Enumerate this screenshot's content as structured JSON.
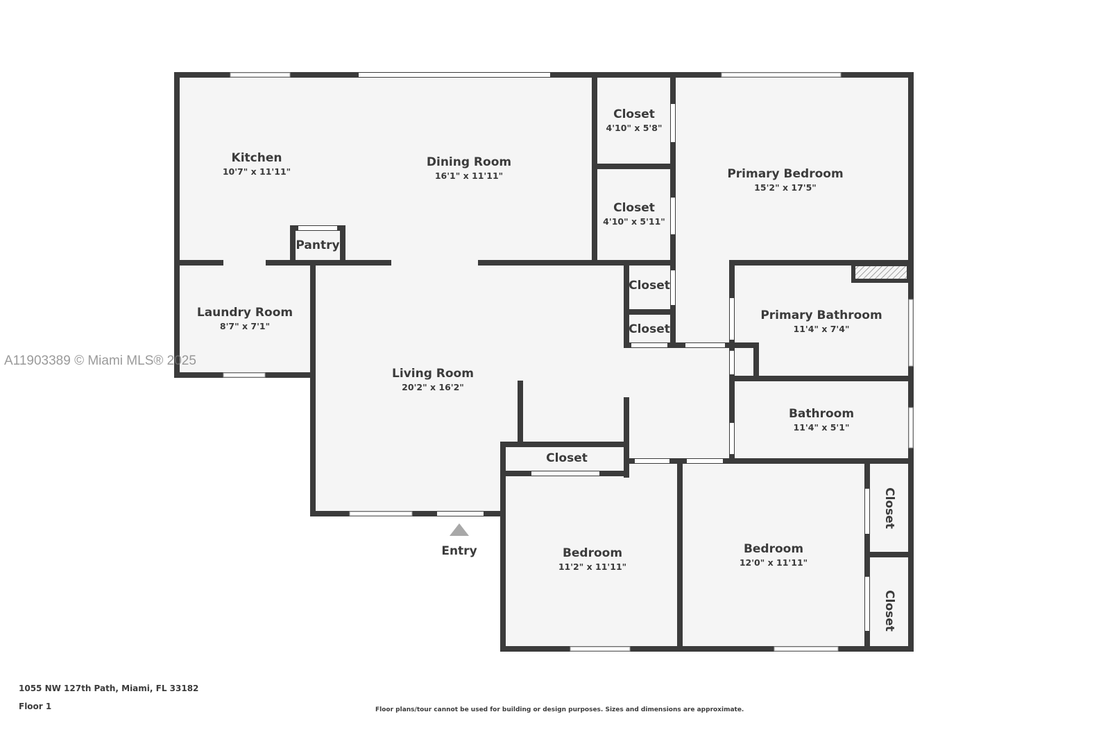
{
  "rooms": {
    "kitchen": {
      "name": "Kitchen",
      "dims": "10'7\" x 11'11\""
    },
    "dining": {
      "name": "Dining Room",
      "dims": "16'1\" x 11'11\""
    },
    "closet1": {
      "name": "Closet",
      "dims": "4'10\" x 5'8\""
    },
    "closet2": {
      "name": "Closet",
      "dims": "4'10\" x 5'11\""
    },
    "primary_bedroom": {
      "name": "Primary Bedroom",
      "dims": "15'2\" x 17'5\""
    },
    "pantry": {
      "name": "Pantry"
    },
    "laundry": {
      "name": "Laundry Room",
      "dims": "8'7\" x 7'1\""
    },
    "closet3": {
      "name": "Closet"
    },
    "closet4": {
      "name": "Closet"
    },
    "primary_bathroom": {
      "name": "Primary Bathroom",
      "dims": "11'4\" x 7'4\""
    },
    "living": {
      "name": "Living Room",
      "dims": "20'2\" x 16'2\""
    },
    "bathroom": {
      "name": "Bathroom",
      "dims": "11'4\" x 5'1\""
    },
    "closet5": {
      "name": "Closet"
    },
    "bedroom1": {
      "name": "Bedroom",
      "dims": "11'2\" x 11'11\""
    },
    "bedroom2": {
      "name": "Bedroom",
      "dims": "12'0\" x 11'11\""
    },
    "closet6": {
      "name": "Closet"
    },
    "closet7": {
      "name": "Closet"
    }
  },
  "entry": "Entry",
  "footer": {
    "address": "1055 NW 127th Path, Miami, FL 33182",
    "floor": "Floor 1",
    "disclaimer": "Floor plans/tour cannot be used for building or design purposes. Sizes and dimensions are approximate."
  },
  "watermark": "A11903389 © Miami MLS® 2025",
  "colors": {
    "wall": "#3b3b3b",
    "floor": "#f5f5f5"
  }
}
